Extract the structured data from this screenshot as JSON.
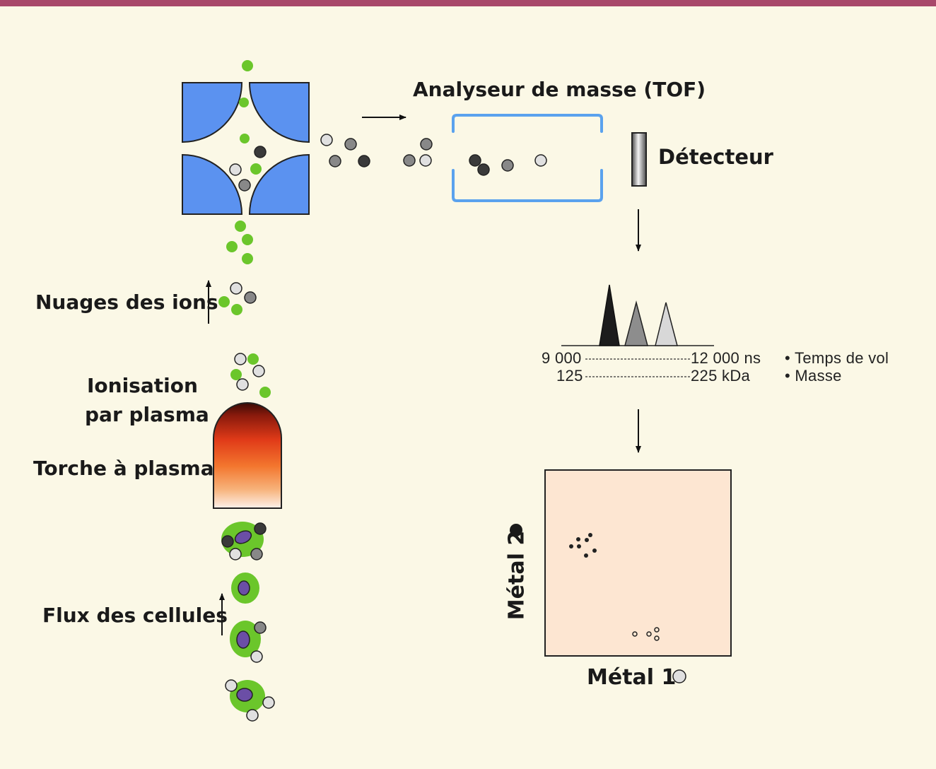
{
  "labels": {
    "analyzer_title": "Analyseur de masse (TOF)",
    "detector": "Détecteur",
    "ion_clouds": "Nuages des ions",
    "ionization_line1": "Ionisation",
    "ionization_line2": "par plasma",
    "torch": "Torche à plasma",
    "cell_flow": "Flux des cellules"
  },
  "spectrum": {
    "tof_start": "9 000",
    "tof_end": "12 000 ns",
    "mass_start": "125",
    "mass_end": "225 kDa",
    "legend_tof": "• Temps de vol",
    "legend_mass": "• Masse"
  },
  "scatter": {
    "xlabel": "Métal 1",
    "ylabel": "Métal 2"
  },
  "colors": {
    "background": "#fbf8e6",
    "top_bar": "#a8486a",
    "quadrupole": "#5b92f0",
    "flight_tube": "#5aa2ee",
    "ion_green": "#6bc62b",
    "ion_dark": "#3a3a3a",
    "ion_mid": "#888888",
    "ion_light": "#e0e0e0",
    "plot_bg": "#fde6d2",
    "nucleus": "#6b4ea6"
  }
}
